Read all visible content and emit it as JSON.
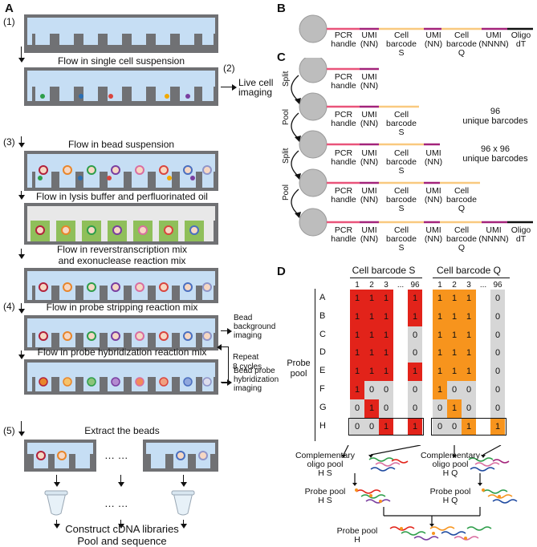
{
  "panels": {
    "A": "A",
    "B": "B",
    "C": "C",
    "D": "D"
  },
  "panelA": {
    "steps": {
      "s1": "(1)",
      "s2": "(2)",
      "s3": "(3)",
      "s4": "(4)",
      "s5": "(5)"
    },
    "flow_single_cell": "Flow in single cell suspension",
    "live_cell_imaging": "Live cell\nimaging",
    "flow_bead": "Flow in bead suspension",
    "flow_lysis": "Flow in lysis buffer and perfluorinated oil",
    "flow_rt_1": "Flow in reverstranscription mix",
    "flow_rt_2": "and exonuclease reaction mix",
    "flow_probe_strip": "Flow in probe stripping reaction mix",
    "bead_bg_1": "Bead",
    "bead_bg_2": "background",
    "bead_bg_3": "imaging",
    "repeat_1": "Repeat",
    "repeat_2": "8 cycles",
    "flow_probe_hyb": "Flow in probe hybridization reaction mix",
    "bead_hyb_1": "Bead probe",
    "bead_hyb_2": "hybridization",
    "bead_hyb_3": "imaging",
    "extract": "Extract the beads",
    "ellipsis": "… …",
    "construct": "Construct cDNA libraries",
    "pool_seq": "Pool and sequence"
  },
  "panelB": {
    "segments": [
      {
        "l1": "PCR",
        "l2": "handle",
        "l3": ""
      },
      {
        "l1": "UMI",
        "l2": "(NN)",
        "l3": ""
      },
      {
        "l1": "Cell",
        "l2": "barcode",
        "l3": "S"
      },
      {
        "l1": "UMI",
        "l2": "(NN)",
        "l3": ""
      },
      {
        "l1": "Cell",
        "l2": "barcode",
        "l3": "Q"
      },
      {
        "l1": "UMI",
        "l2": "(NNNN)",
        "l3": ""
      },
      {
        "l1": "Oligo",
        "l2": "dT",
        "l3": ""
      }
    ]
  },
  "panelC": {
    "split": "Split",
    "pool": "Pool",
    "note1_1": "96",
    "note1_2": "unique barcodes",
    "note2_1": "96 x 96",
    "note2_2": "unique barcodes"
  },
  "panelD": {
    "group_s": "Cell barcode S",
    "group_q": "Cell barcode Q",
    "col_labels": [
      "1",
      "2",
      "3",
      "...",
      "96"
    ],
    "row_labels": [
      "A",
      "B",
      "C",
      "D",
      "E",
      "F",
      "G",
      "H"
    ],
    "probe_pool_1": "Probe",
    "probe_pool_2": "pool",
    "matrix_s": [
      [
        "1",
        "1",
        "1",
        "1"
      ],
      [
        "1",
        "1",
        "1",
        "1"
      ],
      [
        "1",
        "1",
        "1",
        "0"
      ],
      [
        "1",
        "1",
        "1",
        "0"
      ],
      [
        "1",
        "1",
        "1",
        "1"
      ],
      [
        "1",
        "0",
        "0",
        "0"
      ],
      [
        "0",
        "1",
        "0",
        "0"
      ],
      [
        "0",
        "0",
        "1",
        "1"
      ]
    ],
    "matrix_q": [
      [
        "1",
        "1",
        "1",
        "0"
      ],
      [
        "1",
        "1",
        "1",
        "0"
      ],
      [
        "1",
        "1",
        "1",
        "0"
      ],
      [
        "1",
        "1",
        "1",
        "0"
      ],
      [
        "1",
        "1",
        "1",
        "0"
      ],
      [
        "1",
        "0",
        "0",
        "0"
      ],
      [
        "0",
        "1",
        "0",
        "0"
      ],
      [
        "0",
        "0",
        "1",
        "1"
      ]
    ],
    "comp_s_1": "Complementary",
    "comp_s_2": "oligo pool",
    "comp_s_3": "H S",
    "comp_q_1": "Complementary",
    "comp_q_2": "oligo pool",
    "comp_q_3": "H Q",
    "probe_hs_1": "Probe pool",
    "probe_hs_2": "H S",
    "probe_hq_1": "Probe pool",
    "probe_hq_2": "H Q",
    "probe_h_1": "Probe pool",
    "probe_h_2": "H"
  },
  "colors": {
    "chip_gray": "#707174",
    "well_blue": "#c6def4",
    "red": "#e2231a",
    "orange": "#f7941d",
    "cell_gray": "#d6d6d6",
    "pcr_line": "#e9547a",
    "umi_line": "#a3237a",
    "barcode_line": "#f9c97f",
    "oligo_line": "#111111",
    "bead": "#bdbdbd"
  }
}
